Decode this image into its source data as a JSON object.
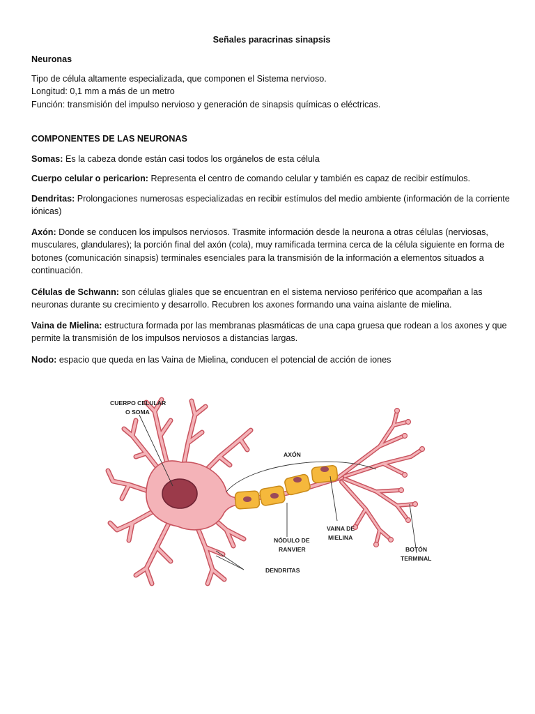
{
  "title": "Señales paracrinas sinapsis",
  "section1": {
    "heading": "Neuronas",
    "lines": [
      "Tipo de célula altamente especializada, que componen el Sistema nervioso.",
      "Longitud: 0,1 mm a más de un metro",
      "Función: transmisión del impulso nervioso y generación de sinapsis químicas o eléctricas."
    ]
  },
  "section2": {
    "heading": "COMPONENTES DE LAS NEURONAS",
    "items": [
      {
        "term": "Somas:",
        "text": " Es la cabeza donde están casi todos los orgánelos de esta célula"
      },
      {
        "term": "Cuerpo celular o pericarion:",
        "text": " Representa el centro de comando celular y también es capaz de recibir estímulos."
      },
      {
        "term": "Dendritas:",
        "text": " Prolongaciones numerosas especializadas en recibir estímulos del medio ambiente (información de la corriente iónicas)"
      },
      {
        "term": "Axón:",
        "text": " Donde se conducen los impulsos nerviosos. Trasmite información desde la neurona a otras células (nerviosas, musculares, glandulares); la porción final del axón (cola), muy ramificada termina cerca de la célula siguiente en forma de botones (comunicación sinapsis) terminales esenciales para la transmisión de la información a elementos situados a continuación."
      },
      {
        "term": "Células de Schwann:",
        "text": " son células gliales que se encuentran en el sistema nervioso periférico que acompañan a las neuronas durante su crecimiento y desarrollo. Recubren los axones formando una vaina aislante de mielina."
      },
      {
        "term": "Vaina de Mielina:",
        "text": " estructura formada por las membranas plasmáticas de una capa gruesa que rodean a los axones y que permite la transmisión de los impulsos nerviosos a distancias largas."
      },
      {
        "term": "Nodo:",
        "text": " espacio que queda en las Vaina de Mielina, conducen el potencial de acción de iones"
      }
    ]
  },
  "figure": {
    "labels": {
      "soma_1": "CUERPO CELULAR",
      "soma_2": "O SOMA",
      "axon": "AXÓN",
      "vaina_1": "VAINA DE",
      "vaina_2": "MIELINA",
      "nodulo_1": "NÓDULO DE",
      "nodulo_2": "RANVIER",
      "boton_1": "BOTÓN",
      "boton_2": "TERMINAL",
      "dendritas": "DENDRITAS"
    },
    "colors": {
      "neuron_fill": "#f4b3b8",
      "neuron_stroke": "#c9545f",
      "nucleus": "#9b3a4a",
      "myelin_fill": "#f5b83c",
      "myelin_stroke": "#c98a1a",
      "myelin_nucleus": "#9b4a5a"
    }
  }
}
